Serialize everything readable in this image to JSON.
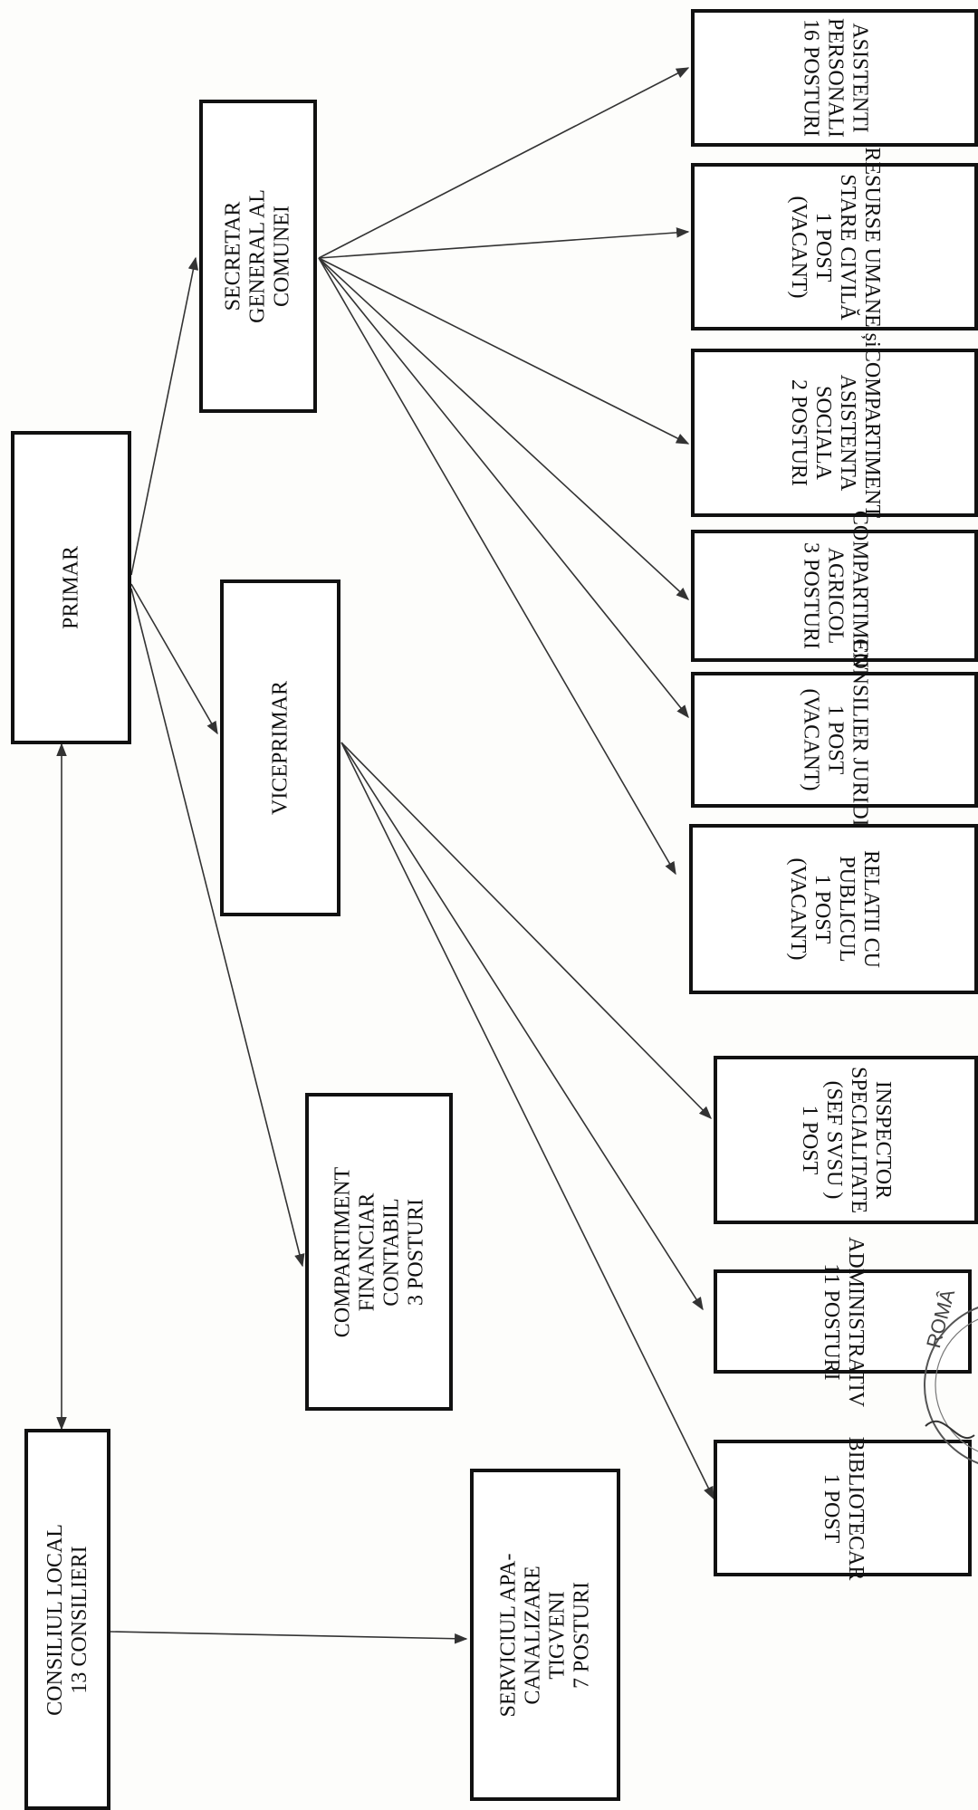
{
  "nodes": {
    "primar": "PRIMAR",
    "consiliu": "CONSILIUL LOCAL\n13 CONSILIERI",
    "secretar": "SECRETAR\nGENERAL AL\nCOMUNEI",
    "viceprimar": "VICEPRIMAR",
    "financiar": "COMPARTIMENT\nFINANCIAR\nCONTABIL\n3 POSTURI",
    "apa": "SERVICIUL APA-\nCANALIZARE\nTIGVENI\n7 POSTURI",
    "asistenti": "ASISTENTI\nPERSONALI\n16 POSTURI",
    "resurse": "RESURSE UMANE și\nSTARE CIVILĂ\n1 POST\n(VACANT)",
    "asistenta": "COMPARTIMENT\nASISTENTA\nSOCIALA\n2 POSTURI",
    "agricol": "COMPARTIMENT\nAGRICOL\n3 POSTURI",
    "juridic": "CONSILIER JURIDIC\n1 POST\n(VACANT)",
    "relatii": "RELATII CU\nPUBLICUL\n1 POST\n(VACANT)",
    "inspector": "INSPECTOR\nSPECIALITATE\n(SEF SVSU )\n1 POST",
    "administrativ": "ADMINISTRATIV\n11 POSTURI",
    "bibliotecar": "BIBLIOTECAR\n1 POST"
  },
  "stamp": {
    "text": "ROMÂNIA"
  },
  "colors": {
    "ink": "#111111",
    "line": "#333333"
  }
}
